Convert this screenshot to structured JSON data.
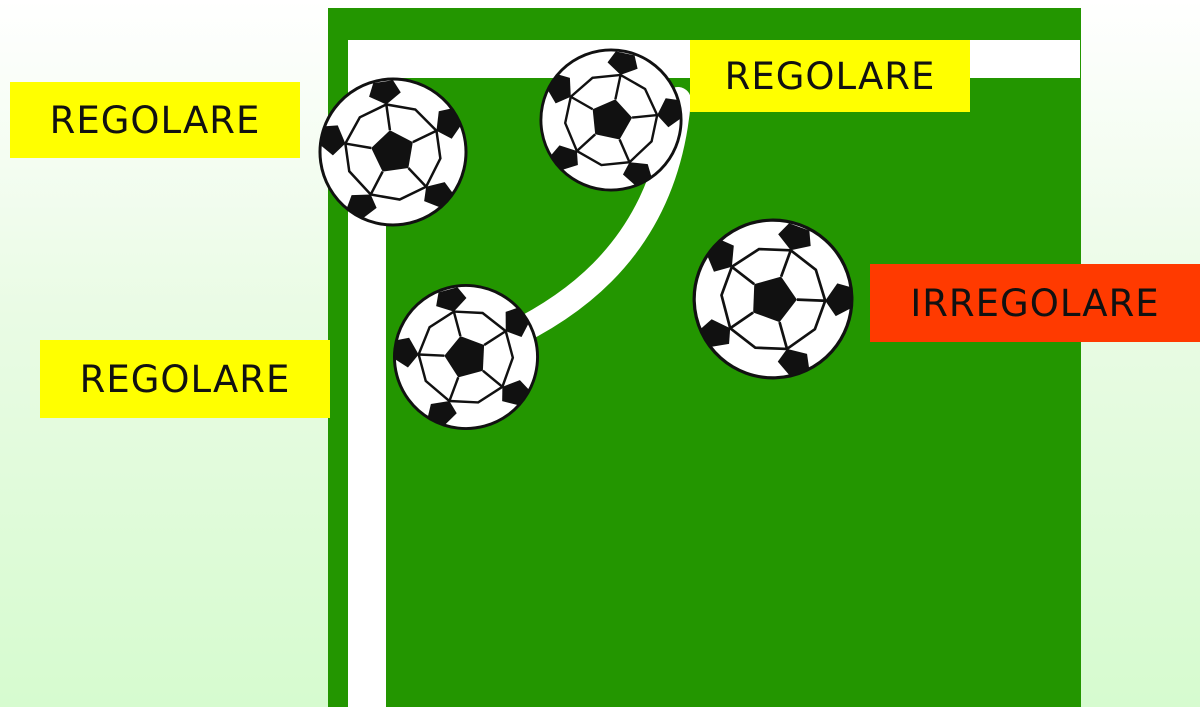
{
  "labels": {
    "left_top": "REGOLARE",
    "top_right": "REGOLARE",
    "left_bottom": "REGOLARE",
    "right": "IRREGOLARE"
  },
  "colors": {
    "field": "#239600",
    "line": "#ffffff",
    "regular_label_bg": "#ffff00",
    "irregular_label_bg": "#ff3a00",
    "label_text": "#111111"
  },
  "icons": [
    "soccer-ball-icon"
  ]
}
